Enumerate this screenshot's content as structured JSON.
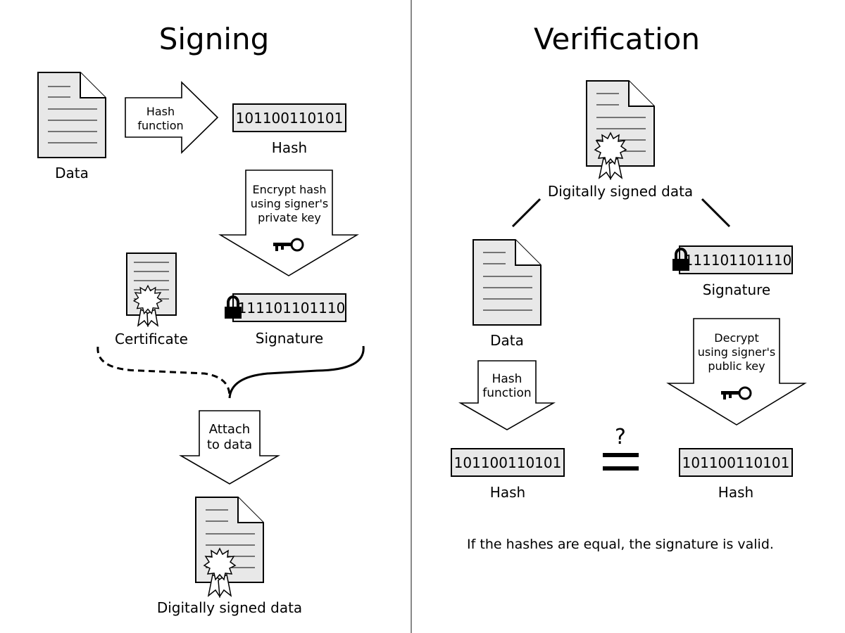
{
  "signing": {
    "title": "Signing",
    "data_label": "Data",
    "hash_function_line1": "Hash",
    "hash_function_line2": "function",
    "hash_value": "101100110101",
    "hash_label": "Hash",
    "encrypt_line1": "Encrypt hash",
    "encrypt_line2": "using signer's",
    "encrypt_line3": "private key",
    "certificate_label": "Certificate",
    "signature_value": "111101101110",
    "signature_label": "Signature",
    "attach_line1": "Attach",
    "attach_line2": "to data",
    "signed_data_label": "Digitally signed data"
  },
  "verification": {
    "title": "Verification",
    "signed_data_label": "Digitally signed data",
    "data_label": "Data",
    "signature_value": "111101101110",
    "signature_label": "Signature",
    "hash_function_line1": "Hash",
    "hash_function_line2": "function",
    "decrypt_line1": "Decrypt",
    "decrypt_line2": "using signer's",
    "decrypt_line3": "public key",
    "question_mark": "?",
    "left_hash_value": "101100110101",
    "left_hash_label": "Hash",
    "right_hash_value": "101100110101",
    "right_hash_label": "Hash",
    "conclusion": "If the hashes are equal, the signature is valid."
  },
  "icons": [
    "document-icon",
    "key-icon",
    "padlock-icon",
    "certificate-icon",
    "seal-icon"
  ]
}
